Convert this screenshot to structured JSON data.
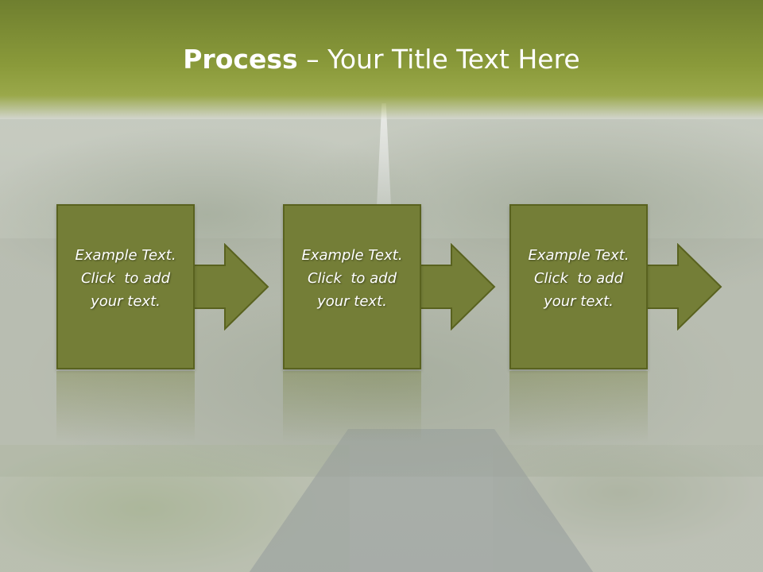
{
  "title": {
    "bold": "Process",
    "rest": " – Your Title Text Here"
  },
  "steps": [
    {
      "lines": [
        "Example Text.",
        "Click  to add",
        "your text."
      ]
    },
    {
      "lines": [
        "Example Text.",
        "Click  to add",
        "your text."
      ]
    },
    {
      "lines": [
        "Example Text.",
        "Click  to add",
        "your text."
      ]
    }
  ],
  "colors": {
    "box_fill": "#747e37",
    "box_border": "#59621f",
    "title_band": "#8a9a3a",
    "text": "#ffffff"
  }
}
